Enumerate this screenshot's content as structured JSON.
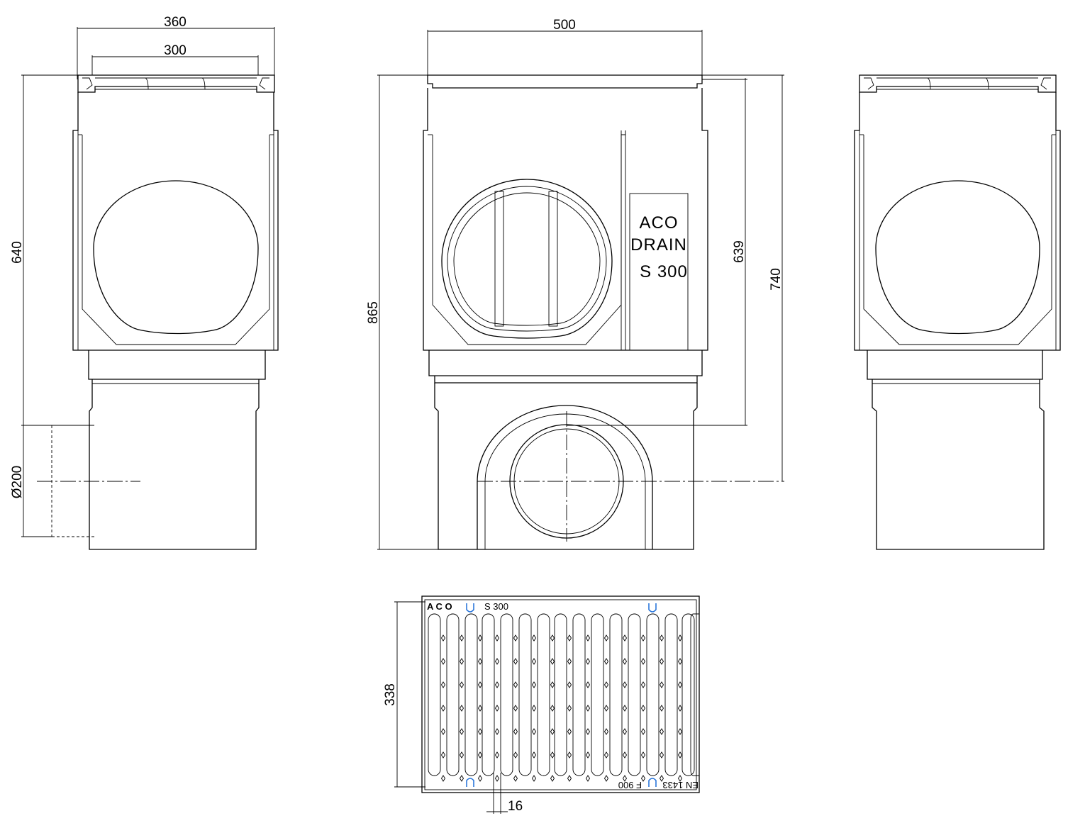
{
  "dimensions": {
    "left_top_outer": "360",
    "left_top_inner": "300",
    "left_height": "640",
    "left_pipe_diameter": "Ø200",
    "center_width": "500",
    "center_height": "865",
    "center_invert_639": "639",
    "center_invert_740": "740",
    "grate_width": "338",
    "grate_slot": "16"
  },
  "body_label": {
    "line1": "ACO",
    "line2": "DRAIN",
    "line3": "S 300"
  },
  "grate": {
    "brand": "A C O",
    "model": "S 300",
    "load_class": "F 900",
    "standard": "EN 1433"
  },
  "colors": {
    "line": "#000000",
    "clip_accent": "#1e6fd9",
    "background": "#ffffff"
  }
}
